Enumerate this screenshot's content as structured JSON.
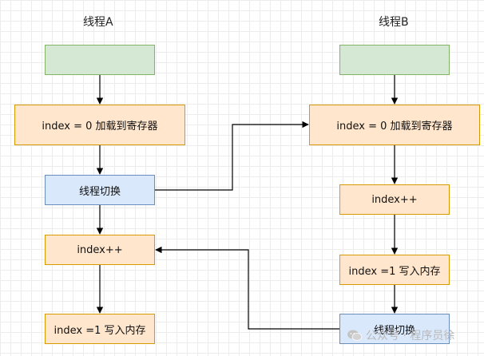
{
  "thread_a": {
    "title": "线程A",
    "nodes": [
      {
        "id": "a0",
        "label": ""
      },
      {
        "id": "a1",
        "label": "index = 0 加载到寄存器"
      },
      {
        "id": "a2",
        "label": "线程切换"
      },
      {
        "id": "a3",
        "label": "index++"
      },
      {
        "id": "a4",
        "label": "index =1 写入内存"
      }
    ]
  },
  "thread_b": {
    "title": "线程B",
    "nodes": [
      {
        "id": "b0",
        "label": ""
      },
      {
        "id": "b1",
        "label": "index = 0 加载到寄存器"
      },
      {
        "id": "b2",
        "label": "index++"
      },
      {
        "id": "b3",
        "label": "index =1 写入内存"
      },
      {
        "id": "b4",
        "label": "线程切换"
      }
    ]
  },
  "edges": [
    {
      "from": "a0",
      "to": "a1"
    },
    {
      "from": "a1",
      "to": "a2"
    },
    {
      "from": "a2",
      "to": "a3"
    },
    {
      "from": "a3",
      "to": "a4"
    },
    {
      "from": "b0",
      "to": "b1"
    },
    {
      "from": "b1",
      "to": "b2"
    },
    {
      "from": "b2",
      "to": "b3"
    },
    {
      "from": "b3",
      "to": "b4"
    },
    {
      "from": "a2",
      "to": "b1"
    },
    {
      "from": "b4",
      "to": "a3"
    }
  ],
  "colors": {
    "start": "#d5e8d4",
    "step": "#ffe6cc",
    "switch": "#dae8fc",
    "arrow": "#000000"
  },
  "watermark": {
    "text": "公众号 · 程序员徐",
    "icon": "wechat-icon"
  }
}
